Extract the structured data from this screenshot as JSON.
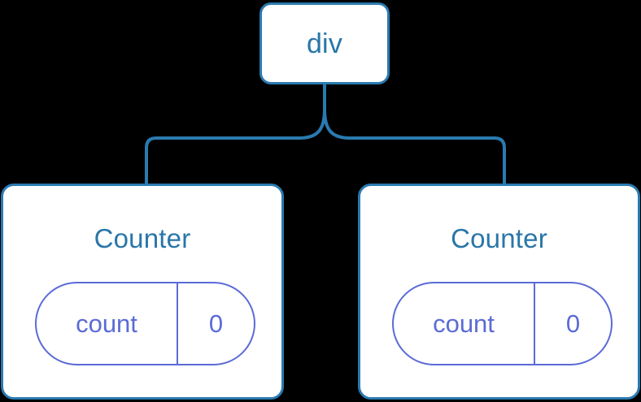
{
  "diagram": {
    "type": "component-tree",
    "background_color": "#000000",
    "node_fill": "#ffffff",
    "node_border_color": "#2a7ab0",
    "node_text_color": "#2a76a8",
    "state_pill_color": "#5b6bd6",
    "connector_color": "#2a7ab0",
    "root": {
      "label": "div"
    },
    "children": [
      {
        "label": "Counter",
        "state": {
          "key": "count",
          "value": "0"
        }
      },
      {
        "label": "Counter",
        "state": {
          "key": "count",
          "value": "0"
        }
      }
    ]
  }
}
